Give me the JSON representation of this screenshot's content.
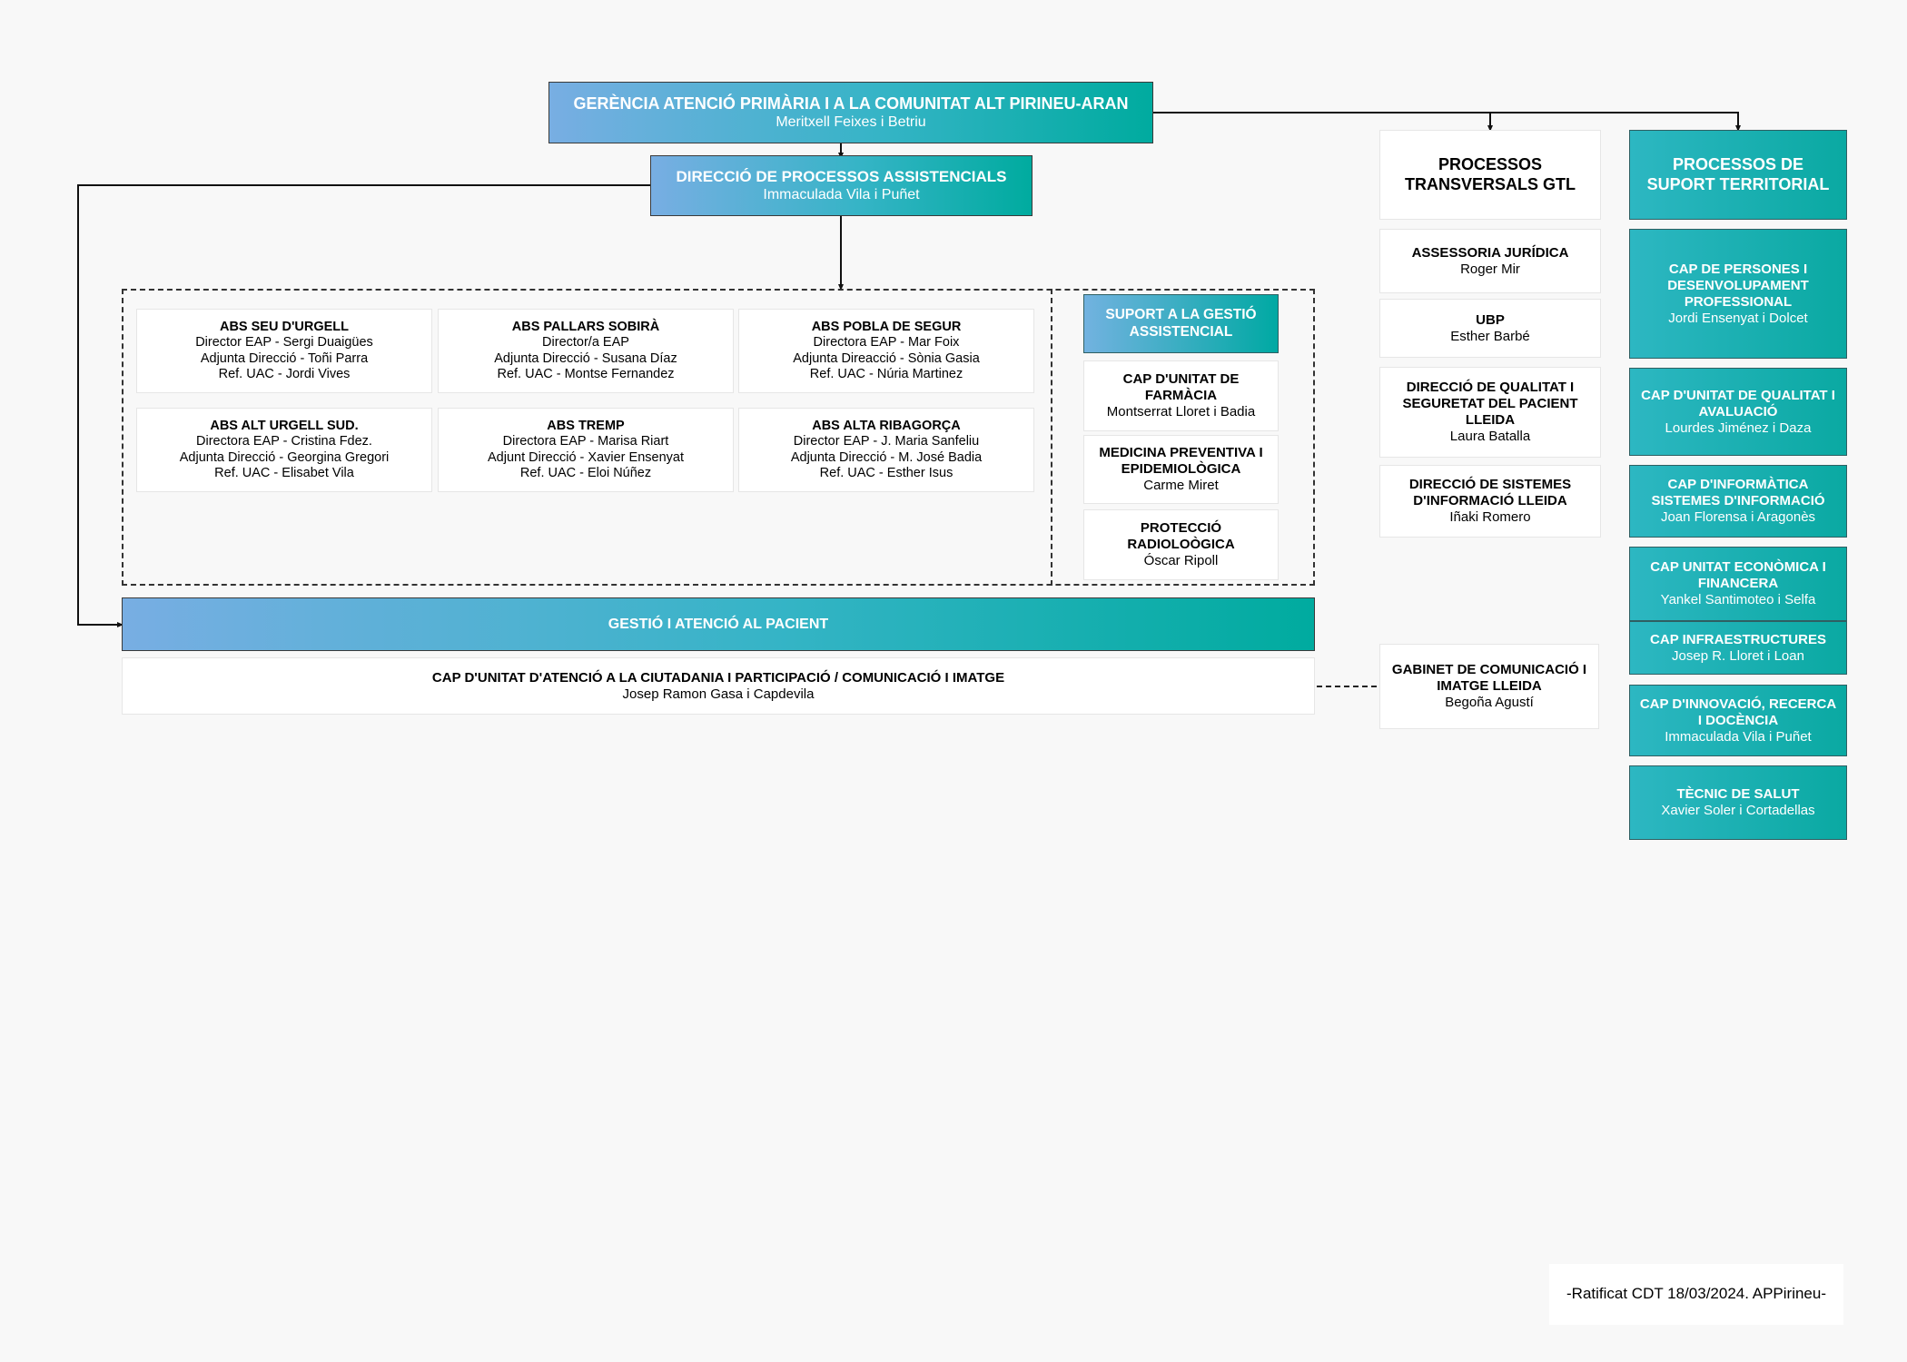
{
  "top": {
    "title": "GERÈNCIA ATENCIÓ PRIMÀRIA I A LA COMUNITAT ALT PIRINEU-ARAN",
    "person": "Meritxell Feixes i Betriu"
  },
  "direccio": {
    "title": "DIRECCIÓ DE PROCESSOS ASSISTENCIALS",
    "person": "Immaculada Vila i Puñet"
  },
  "abs": [
    {
      "title": "ABS SEU D'URGELL",
      "lines": [
        "Director EAP - Sergi Duaigües",
        "Adjunta Direcció - Toñi Parra",
        "Ref. UAC - Jordi Vives"
      ]
    },
    {
      "title": "ABS PALLARS SOBIRÀ",
      "lines": [
        "Director/a EAP",
        "Adjunta Direcció - Susana Díaz",
        "Ref. UAC - Montse Fernandez"
      ]
    },
    {
      "title": "ABS POBLA DE SEGUR",
      "lines": [
        "Directora EAP - Mar Foix",
        "Adjunta Direacció - Sònia Gasia",
        "Ref. UAC - Núria Martinez"
      ]
    },
    {
      "title": "ABS ALT URGELL SUD.",
      "lines": [
        "Directora EAP - Cristina Fdez.",
        "Adjunta Direcció - Georgina Gregori",
        "Ref. UAC - Elisabet Vila"
      ]
    },
    {
      "title": "ABS TREMP",
      "lines": [
        "Directora EAP - Marisa Riart",
        "Adjunt Direcció - Xavier Ensenyat",
        "Ref. UAC - Eloi Núñez"
      ]
    },
    {
      "title": "ABS ALTA RIBAGORÇA",
      "lines": [
        "Director EAP - J. Maria Sanfeliu",
        "Adjunta Direcció - M. José Badia",
        "Ref. UAC - Esther Isus"
      ]
    }
  ],
  "suport_gestio": {
    "title": "SUPORT A LA GESTIÓ ASSISTENCIAL",
    "items": [
      {
        "title": "CAP D'UNITAT DE FARMÀCIA",
        "person": "Montserrat Lloret i Badia"
      },
      {
        "title": "MEDICINA PREVENTIVA I EPIDEMIOLÒGICA",
        "person": "Carme Miret"
      },
      {
        "title": "PROTECCIÓ RADIOLOÒGICA",
        "person": "Óscar Ripoll"
      }
    ]
  },
  "gestio_pacient": {
    "title": "GESTIÓ I ATENCIÓ AL PACIENT"
  },
  "ciutadania": {
    "title": "CAP D'UNITAT D'ATENCIÓ A LA CIUTADANIA I PARTICIPACIÓ / COMUNICACIÓ I IMATGE",
    "person": "Josep Ramon Gasa i Capdevila"
  },
  "transversals": {
    "title": "PROCESSOS TRANSVERSALS GTL",
    "items": [
      {
        "title": "ASSESSORIA JURÍDICA",
        "person": "Roger Mir"
      },
      {
        "title": "UBP",
        "person": "Esther Barbé"
      },
      {
        "title": "DIRECCIÓ DE QUALITAT I SEGURETAT DEL PACIENT LLEIDA",
        "person": "Laura Batalla"
      },
      {
        "title": "DIRECCIÓ DE SISTEMES D'INFORMACIÓ LLEIDA",
        "person": "Iñaki Romero"
      }
    ],
    "gabinet": {
      "title": "GABINET DE COMUNICACIÓ I IMATGE LLEIDA",
      "person": "Begoña Agustí"
    }
  },
  "suport_territorial": {
    "title": "PROCESSOS DE SUPORT TERRITORIAL",
    "items": [
      {
        "title": "CAP DE PERSONES I DESENVOLUPAMENT PROFESSIONAL",
        "person": "Jordi Ensenyat i Dolcet"
      },
      {
        "title": "CAP D'UNITAT DE QUALITAT I AVALUACIÓ",
        "person": "Lourdes Jiménez i Daza"
      },
      {
        "title": "CAP D'INFORMÀTICA SISTEMES D'INFORMACIÓ",
        "person": "Joan Florensa i Aragonès"
      },
      {
        "title": "CAP UNITAT ECONÒMICA I FINANCERA",
        "person": "Yankel Santimoteo i Selfa"
      },
      {
        "title": "CAP INFRAESTRUCTURES",
        "person": "Josep R. Lloret i  Loan"
      },
      {
        "title": "CAP D'INNOVACIÓ, RECERCA I DOCÈNCIA",
        "person": "Immaculada Vila i Puñet"
      },
      {
        "title": "TÈCNIC DE SALUT",
        "person": "Xavier Soler i Cortadellas"
      }
    ]
  },
  "footer": {
    "text": "-Ratificat CDT 18/03/2024. APPirineu-"
  }
}
